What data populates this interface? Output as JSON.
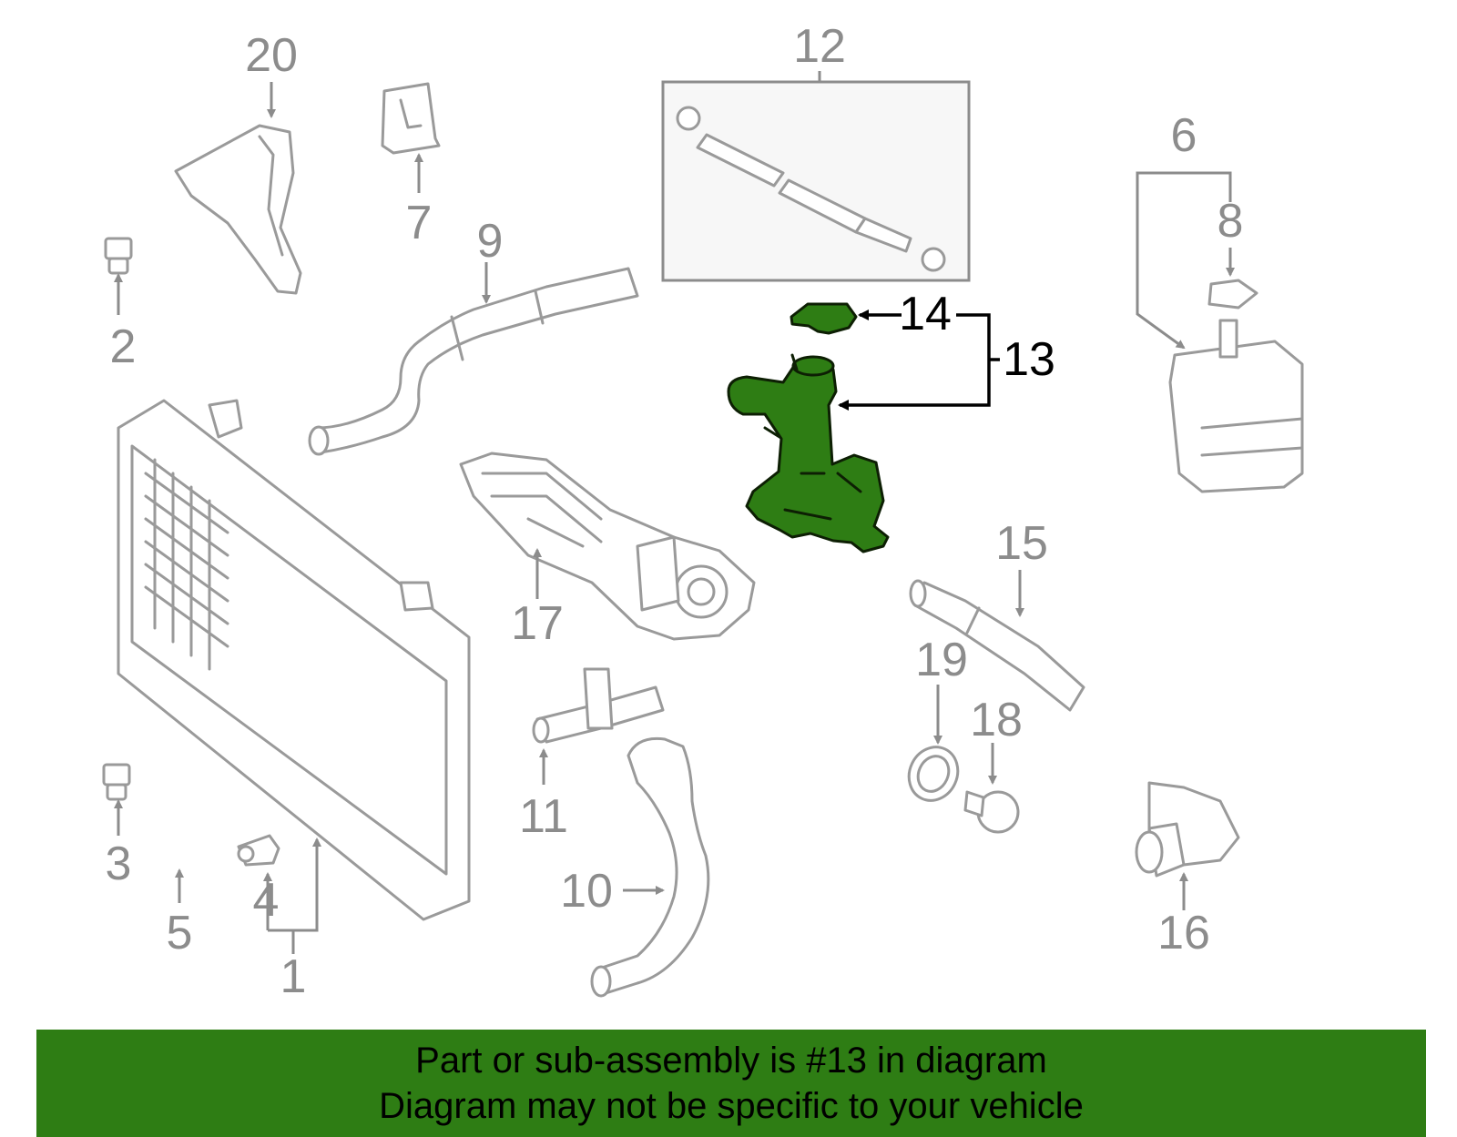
{
  "diagram": {
    "callouts": {
      "c1": "1",
      "c2": "2",
      "c3": "3",
      "c4": "4",
      "c5": "5",
      "c6": "6",
      "c7": "7",
      "c8": "8",
      "c9": "9",
      "c10": "10",
      "c11": "11",
      "c12": "12",
      "c13": "13",
      "c14": "14",
      "c15": "15",
      "c16": "16",
      "c17": "17",
      "c18": "18",
      "c19": "19",
      "c20": "20"
    },
    "highlighted_part": "13",
    "highlight_color": "#2e7d14",
    "part_line_color": "#9a9a9a"
  },
  "banner": {
    "line1": "Part or sub-assembly is #13 in diagram",
    "line2": "Diagram may not be specific to your vehicle",
    "background": "#2e7d14"
  }
}
